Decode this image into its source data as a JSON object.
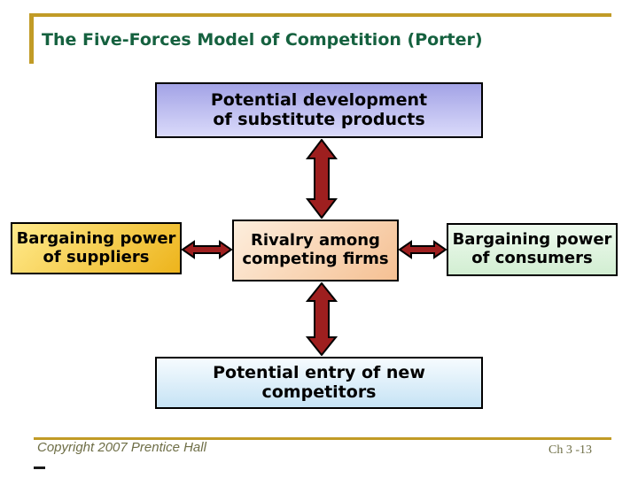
{
  "slide": {
    "title": "The Five-Forces Model of Competition (Porter)",
    "boxes": {
      "substitutes": "Potential development\nof substitute products",
      "suppliers": "Bargaining power\nof suppliers",
      "rivalry": "Rivalry among\ncompeting firms",
      "consumers": "Bargaining power\nof consumers",
      "new_entrants": "Potential entry of new\ncompetitors"
    },
    "arrows": [
      {
        "icon": "double-arrow-vertical-icon",
        "connects": "substitutes-rivalry"
      },
      {
        "icon": "double-arrow-horizontal-icon",
        "connects": "suppliers-rivalry"
      },
      {
        "icon": "double-arrow-horizontal-icon",
        "connects": "rivalry-consumers"
      },
      {
        "icon": "double-arrow-vertical-icon",
        "connects": "rivalry-new-entrants"
      }
    ],
    "footer": {
      "copyright": "Copyright 2007 Prentice Hall",
      "page_label": "Ch 3 -13"
    },
    "colors": {
      "gold": "#c19b26",
      "title-green": "#15613f",
      "arrow-fill": "#9e1f1f",
      "arrow-outline": "#000000",
      "footer-text": "#6e6e46",
      "substitutes-top": "#a3a3e6",
      "substitutes-bottom": "#dadafa",
      "suppliers-light": "#ffea8c",
      "suppliers-dark": "#edb41c",
      "rivalry-light": "#fdeedd",
      "rivalry-dark": "#f5c093",
      "consumers-light": "#eefaee",
      "consumers-dark": "#d2eed2",
      "entrants-light": "#f6fbfe",
      "entrants-dark": "#c6e3f5"
    }
  }
}
